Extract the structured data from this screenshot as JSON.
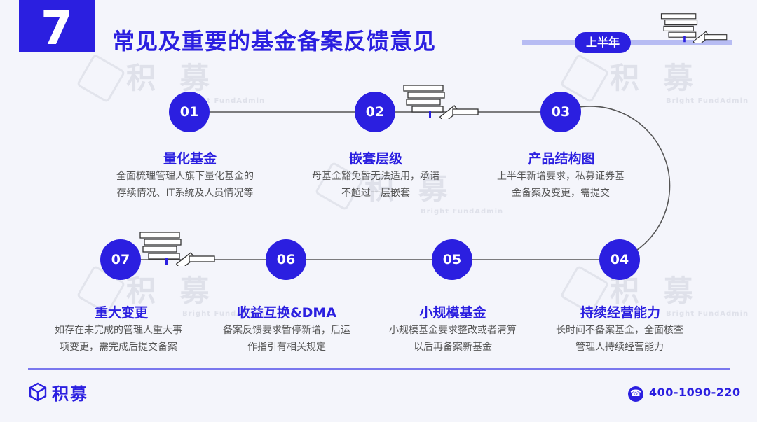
{
  "header": {
    "number": "7",
    "title": "常见及重要的基金备案反馈意见",
    "period_badge": "上半年"
  },
  "watermark": {
    "cn": "积 募",
    "en": "Bright FundAdmin"
  },
  "steps": [
    {
      "num": "01",
      "title": "量化基金",
      "desc_lines": [
        "全面梳理管理人旗下量化基金的",
        "存续情况、IT系统及人员情况等"
      ]
    },
    {
      "num": "02",
      "title": "嵌套层级",
      "desc_lines": [
        "母基金豁免暂无法适用，承诺",
        "不超过一层嵌套"
      ]
    },
    {
      "num": "03",
      "title": "产品结构图",
      "desc_lines": [
        "上半年新增要求，私募证券基",
        "金备案及变更，需提交"
      ]
    },
    {
      "num": "04",
      "title": "持续经营能力",
      "desc_lines": [
        "长时间不备案基金，全面核查",
        "管理人持续经营能力"
      ]
    },
    {
      "num": "05",
      "title": "小规模基金",
      "desc_lines": [
        "小规模基金要求整改或者清算",
        "以后再备案新基金"
      ]
    },
    {
      "num": "06",
      "title": "收益互换&DMA",
      "desc_lines": [
        "备案反馈要求暂停新增，后运",
        "作指引有相关规定"
      ]
    },
    {
      "num": "07",
      "title": "重大变更",
      "desc_lines": [
        "如存在未完成的管理人重大事",
        "项变更，需完成后提交备案"
      ]
    }
  ],
  "footer": {
    "brand": "积募",
    "phone": "400-1090-220"
  },
  "icons": {
    "logo": "cube-logo-icon",
    "phone": "phone-icon",
    "decoration": "server-stack-icon"
  },
  "colors": {
    "accent": "#2b1fe0",
    "track": "#555555",
    "background": "#f4f5fb"
  }
}
